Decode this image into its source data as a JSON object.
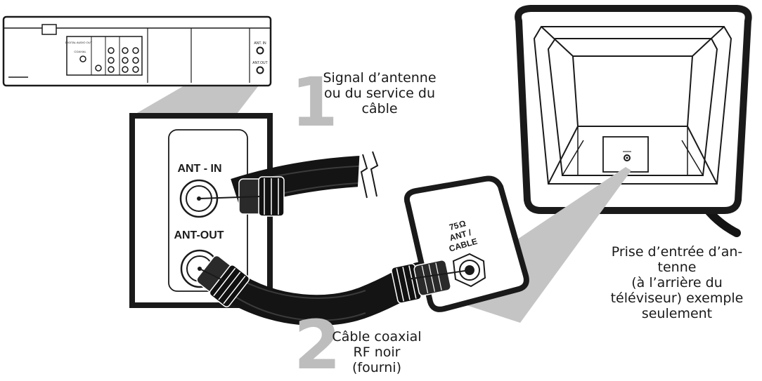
{
  "step1": {
    "number": "1",
    "lines": [
      "Signal d’antenne",
      "ou du service du",
      "câble"
    ]
  },
  "step2": {
    "number": "2",
    "lines": [
      "Câble coaxial",
      "RF noir",
      "(fourni)"
    ]
  },
  "panel": {
    "ant_in_label": "ANT - IN",
    "ant_out_label": "ANT-OUT"
  },
  "tv_jack": {
    "impedance": "75",
    "ohm_symbol": "Ω",
    "line1": "ANT /",
    "line2": "CABLE"
  },
  "tv_caption": {
    "lines": [
      "Prise d’entrée d’an-",
      "tenne",
      "(à l’arrière du",
      "téléviseur) exemple",
      "seulement"
    ]
  },
  "vcr_labels": {
    "ant_in": "ANT. IN",
    "ant_out": "ANT.OUT",
    "digital_audio_out": "DIGITAL AUDIO OUT",
    "coaxial": "COAXIAL"
  },
  "colors": {
    "outline": "#1a1a1a",
    "callout_gray": "#c4c4c4",
    "number_gray": "#bdbdbd",
    "cable": "#141414"
  }
}
